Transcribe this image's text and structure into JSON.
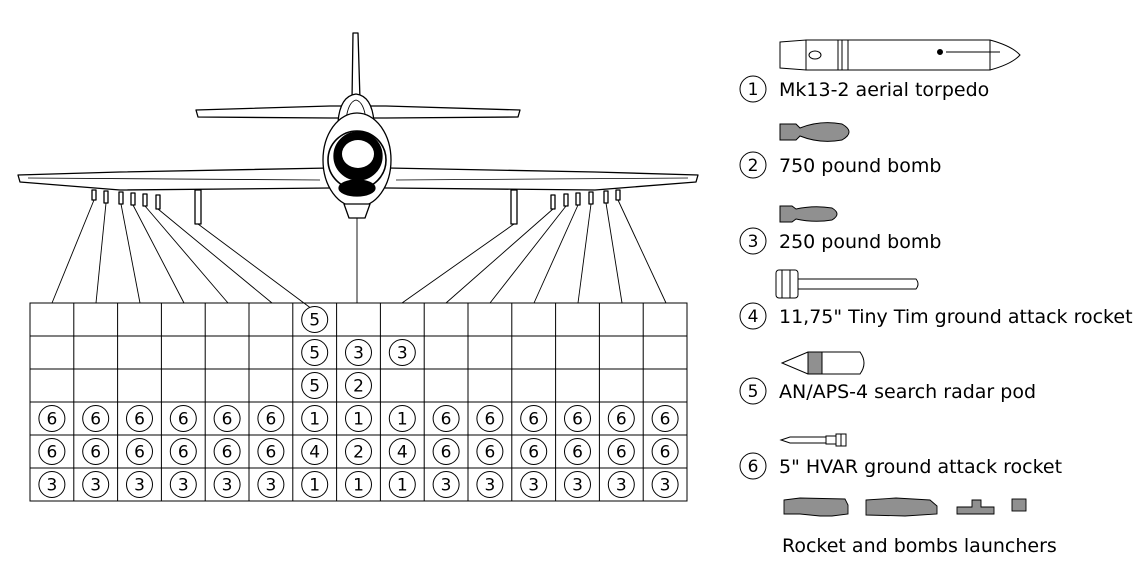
{
  "diagram": {
    "legend": [
      {
        "number": "1",
        "label": "Mk13-2 aerial torpedo",
        "icon": "torpedo-icon"
      },
      {
        "number": "2",
        "label": "750 pound bomb",
        "icon": "large-bomb-icon"
      },
      {
        "number": "3",
        "label": "250 pound bomb",
        "icon": "small-bomb-icon"
      },
      {
        "number": "4",
        "label": "11,75\" Tiny Tim ground attack rocket",
        "icon": "tiny-tim-rocket-icon"
      },
      {
        "number": "5",
        "label": "AN/APS-4 search radar pod",
        "icon": "radar-pod-icon"
      },
      {
        "number": "6",
        "label": "5\" HVAR ground attack rocket",
        "icon": "hvar-rocket-icon"
      }
    ],
    "launchers_label": "Rocket and bombs launchers",
    "colors": {
      "ordnance_fill": "#909090",
      "line": "#000000",
      "background": "#ffffff"
    },
    "loadout_grid": {
      "columns": 15,
      "rows": [
        [
          "",
          "",
          "",
          "",
          "",
          "",
          "5",
          "",
          "",
          "",
          "",
          "",
          "",
          "",
          ""
        ],
        [
          "",
          "",
          "",
          "",
          "",
          "",
          "5",
          "3",
          "3",
          "",
          "",
          "",
          "",
          "",
          ""
        ],
        [
          "",
          "",
          "",
          "",
          "",
          "",
          "5",
          "2",
          "",
          "",
          "",
          "",
          "",
          "",
          ""
        ],
        [
          "6",
          "6",
          "6",
          "6",
          "6",
          "6",
          "1",
          "1",
          "1",
          "6",
          "6",
          "6",
          "6",
          "6",
          "6"
        ],
        [
          "6",
          "6",
          "6",
          "6",
          "6",
          "6",
          "4",
          "2",
          "4",
          "6",
          "6",
          "6",
          "6",
          "6",
          "6"
        ],
        [
          "3",
          "3",
          "3",
          "3",
          "3",
          "3",
          "1",
          "1",
          "1",
          "3",
          "3",
          "3",
          "3",
          "3",
          "3"
        ]
      ]
    }
  }
}
